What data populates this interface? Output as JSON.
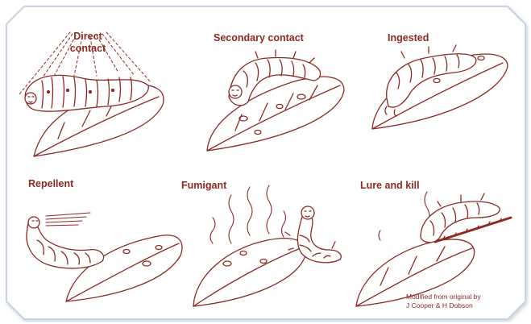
{
  "panels": [
    {
      "label_line1": "Direct",
      "label_line2": "contact"
    },
    {
      "label": "Secondary contact"
    },
    {
      "label": "Ingested"
    },
    {
      "label": "Repellent"
    },
    {
      "label": "Fumigant"
    },
    {
      "label": "Lure and kill"
    }
  ],
  "credit": {
    "line1": "Modified from original by",
    "line2": "J Cooper & H Dobson"
  },
  "colors": {
    "ink": "#8b2a24",
    "frame": "#c9d3e2",
    "background": "#ffffff"
  }
}
